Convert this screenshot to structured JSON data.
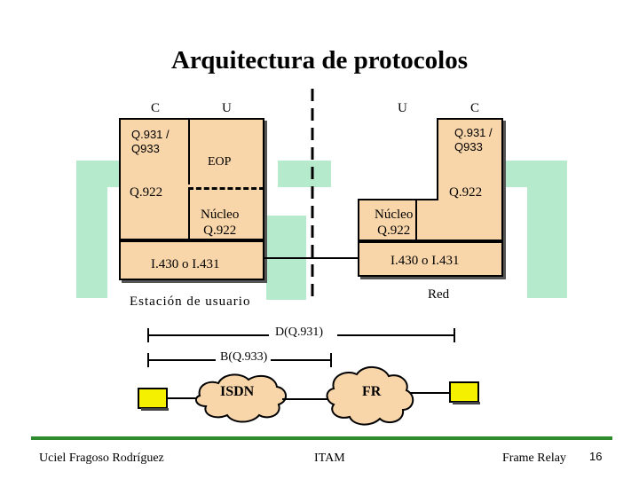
{
  "slide": {
    "title": "Arquitectura de protocolos",
    "page_number": "16"
  },
  "left_stack": {
    "col_c": "C",
    "col_u": "U",
    "q931": "Q.931 /\nQ933",
    "eop": "EOP",
    "q922": "Q.922",
    "nucleo": "Núcleo\nQ.922",
    "physical": "I.430 o I.431",
    "caption": "Estación de usuario"
  },
  "right_stack": {
    "col_u": "U",
    "col_c": "C",
    "q931": "Q.931 /\nQ933",
    "q922": "Q.922",
    "nucleo": "Núcleo\nQ.922",
    "physical": "I.430 o I.431",
    "caption": "Red"
  },
  "network": {
    "d_label": "D(Q.931)",
    "b_label": "B(Q.933)",
    "isdn": "ISDN",
    "fr": "FR"
  },
  "footer": {
    "author": "Uciel Fragoso Rodríguez",
    "institution": "ITAM",
    "topic": "Frame Relay"
  },
  "colors": {
    "box_fill": "#f9d6a9",
    "green_deco": "#b6eacc",
    "footer_line": "#2e8b2e",
    "terminal": "#f5f000"
  }
}
